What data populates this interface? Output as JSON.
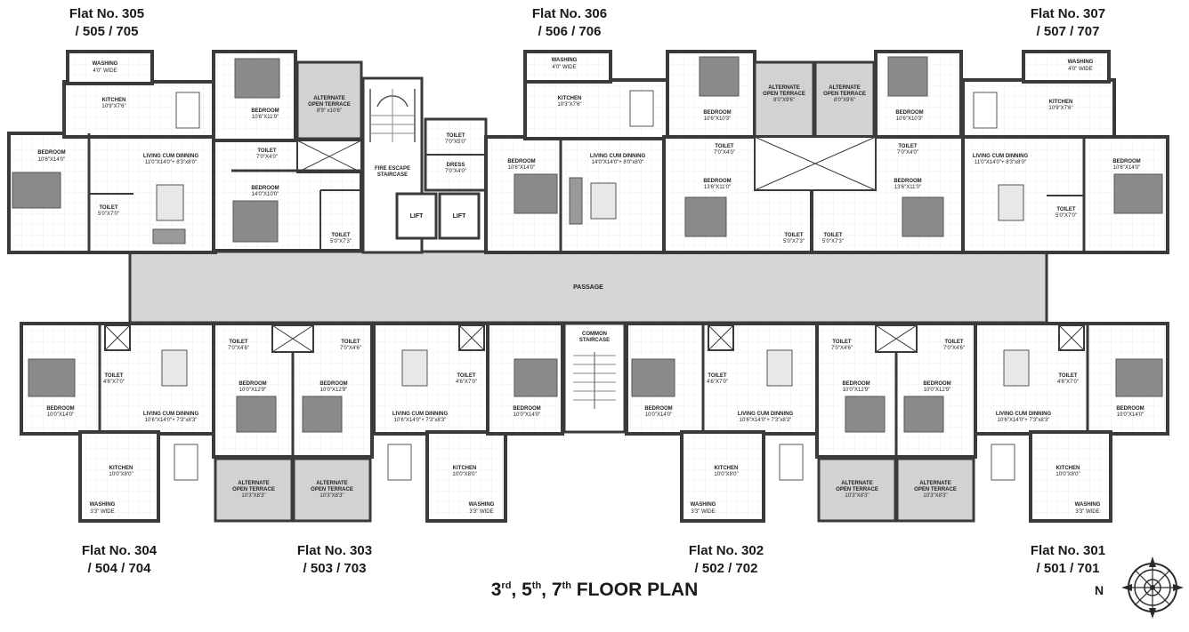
{
  "flats": {
    "f305": {
      "line1": "Flat No. 305",
      "line2": "/ 505 / 705"
    },
    "f306": {
      "line1": "Flat No. 306",
      "line2": "/ 506 / 706"
    },
    "f307": {
      "line1": "Flat No. 307",
      "line2": "/ 507 / 707"
    },
    "f304": {
      "line1": "Flat No. 304",
      "line2": "/ 504 / 704"
    },
    "f303": {
      "line1": "Flat No. 303",
      "line2": "/ 503 / 703"
    },
    "f302": {
      "line1": "Flat No. 302",
      "line2": "/ 502 / 702"
    },
    "f301": {
      "line1": "Flat No. 301",
      "line2": "/ 501 / 701"
    }
  },
  "title": {
    "n1": "3",
    "s1": "rd",
    "n2": "5",
    "s2": "th",
    "n3": "7",
    "s3": "th",
    "rest": "FLOOR PLAN"
  },
  "compass": {
    "north": "N"
  },
  "colors": {
    "wall": "#3a3a3a",
    "terrace": "#d2d2d2",
    "passage": "#d6d6d6",
    "floor": "#ffffff",
    "furniture": "#8a8a8a"
  },
  "rooms": {
    "washing_4": "WASHING",
    "washing_4_size": "4'0\" WIDE",
    "kitchen_305": "KITCHEN",
    "kitchen_305_size": "10'9\"X7'6\"",
    "bedroom_305a": "BEDROOM",
    "bedroom_305a_size": "10'6\"X11'9\"",
    "terrace_305": "ALTERNATE",
    "terrace_305_b": "OPEN TERRACE",
    "terrace_305_size": "8'9\" x10'6\"",
    "bedroom_305b": "BEDROOM",
    "bedroom_305b_size": "10'6\"X14'0\"",
    "living_305": "LIVING CUM DINNING",
    "living_305_size": "11'0\"X14'0\"+ 8'3\"x8'0\"",
    "toilet_305a": "TOILET",
    "toilet_305a_size": "7'0\"X4'0\"",
    "toilet_305b": "TOILET",
    "toilet_305b_size": "5'0\"X7'0\"",
    "bedroom_305c": "BEDROOM",
    "bedroom_305c_size": "14'0\"X10'0\"",
    "toilet_305c": "TOILET",
    "toilet_305c_size": "5'0\"X7'3\"",
    "fire_esc": "FIRE ESCAPE",
    "fire_esc_b": "STAIRCASE",
    "toilet_mid": "TOILET",
    "toilet_mid_size": "7'0\"X5'0\"",
    "dress": "DRESS",
    "dress_size": "7'0\"X4'0\"",
    "lift1": "LIFT",
    "lift2": "LIFT",
    "washing_306": "WASHING",
    "washing_306_size": "4'0\" WIDE",
    "kitchen_306": "KITCHEN",
    "kitchen_306_size": "10'3\"X7'6\"",
    "bedroom_306a": "BEDROOM",
    "bedroom_306a_size": "10'6\"X14'0\"",
    "living_306": "LIVING CUM DINNING",
    "living_306_size": "14'0\"X14'0\"+ 8'0\"x8'0\"",
    "bedroom_306b": "BEDROOM",
    "bedroom_306b_size": "10'6\"X10'3\"",
    "terrace_306a": "ALTERNATE",
    "terrace_306a_b": "OPEN TERRACE",
    "terrace_306a_size": "8'0\"X9'6\"",
    "terrace_306b": "ALTERNATE",
    "terrace_306b_b": "OPEN TERRACE",
    "terrace_306b_size": "8'0\"X9'6\"",
    "bedroom_307a": "BEDROOM",
    "bedroom_307a_size": "10'6\"X10'3\"",
    "toilet_306a": "TOILET",
    "toilet_306a_size": "7'0\"X4'0\"",
    "toilet_307a": "TOILET",
    "toilet_307a_size": "7'0\"X4'0\"",
    "bedroom_306c": "BEDROOM",
    "bedroom_306c_size": "13'6\"X11'0\"",
    "bedroom_307c": "BEDROOM",
    "bedroom_307c_size": "13'6\"X11'0\"",
    "toilet_306c": "TOILET",
    "toilet_306c_size": "5'0\"X7'3\"",
    "toilet_307c": "TOILET",
    "toilet_307c_size": "5'0\"X7'3\"",
    "washing_307": "WASHING",
    "washing_307_size": "4'0\" WIDE",
    "kitchen_307": "KITCHEN",
    "kitchen_307_size": "10'9\"X7'6\"",
    "living_307": "LIVING CUM DINNING",
    "living_307_size": "11'0\"X14'0\"+ 8'3\"x8'0\"",
    "bedroom_307b": "BEDROOM",
    "bedroom_307b_size": "10'6\"X14'0\"",
    "toilet_307b": "TOILET",
    "toilet_307b_size": "5'0\"X7'0\"",
    "passage": "PASSAGE",
    "bedroom_304": "BEDROOM",
    "bedroom_304_size": "10'0\"X14'0\"",
    "toilet_304": "TOILET",
    "toilet_304_size": "4'6\"X7'0\"",
    "living_304": "LIVING CUM DINNING",
    "living_304_size": "10'6\"X14'0\"+ 7'3\"x8'3\"",
    "kitchen_304": "KITCHEN",
    "kitchen_304_size": "10'0\"X8'0\"",
    "washing_304": "WASHING",
    "washing_304_size": "3'3\" WIDE",
    "toilet_303a": "TOILET",
    "toilet_303a_size": "7'0\"X4'6\"",
    "toilet_303b": "TOILET",
    "toilet_303b_size": "7'0\"X4'6\"",
    "bedroom_303a": "BEDROOM",
    "bedroom_303a_size": "10'0\"X12'9\"",
    "bedroom_303b": "BEDROOM",
    "bedroom_303b_size": "10'0\"X12'9\"",
    "terrace_303a": "ALTERNATE",
    "terrace_303a_b": "OPEN TERRACE",
    "terrace_303a_size": "10'3\"X8'3\"",
    "terrace_303b": "ALTERNATE",
    "terrace_303b_b": "OPEN TERRACE",
    "terrace_303b_size": "10'3\"X8'3\"",
    "living_303": "LIVING CUM DINNING",
    "living_303_size": "10'6\"X14'0\"+ 7'3\"x8'3\"",
    "toilet_303c": "TOILET",
    "toilet_303c_size": "4'6\"X7'0\"",
    "bedroom_303c": "BEDROOM",
    "bedroom_303c_size": "10'0\"X14'0\"",
    "kitchen_303": "KITCHEN",
    "kitchen_303_size": "10'0\"X8'0\"",
    "washing_303": "WASHING",
    "washing_303_size": "3'3\" WIDE",
    "common_stair": "COMMON",
    "common_stair_b": "STAIRCASE",
    "bedroom_302a": "BEDROOM",
    "bedroom_302a_size": "10'0\"X14'0\"",
    "toilet_302a": "TOILET",
    "toilet_302a_size": "4'6\"X7'0\"",
    "living_302": "LIVING CUM DINNING",
    "living_302_size": "10'6\"X14'0\"+ 7'3\"x8'3\"",
    "kitchen_302": "KITCHEN",
    "kitchen_302_size": "10'0\"X8'0\"",
    "washing_302": "WASHING",
    "washing_302_size": "3'3\" WIDE",
    "toilet_302b": "TOILET",
    "toilet_302b_size": "7'0\"X4'6\"",
    "toilet_301a": "TOILET",
    "toilet_301a_size": "7'0\"X4'6\"",
    "bedroom_302b": "BEDROOM",
    "bedroom_302b_size": "10'0\"X12'9\"",
    "bedroom_301a": "BEDROOM",
    "bedroom_301a_size": "10'0\"X12'9\"",
    "terrace_302": "ALTERNATE",
    "terrace_302_b": "OPEN TERRACE",
    "terrace_302_size": "10'3\"X8'3\"",
    "terrace_301": "ALTERNATE",
    "terrace_301_b": "OPEN TERRACE",
    "terrace_301_size": "10'3\"X8'3\"",
    "living_301": "LIVING CUM DINNING",
    "living_301_size": "10'6\"X14'0\"+ 7'3\"x8'3\"",
    "toilet_301b": "TOILET",
    "toilet_301b_size": "4'6\"X7'0\"",
    "bedroom_301b": "BEDROOM",
    "bedroom_301b_size": "10'0\"X14'0\"",
    "kitchen_301": "KITCHEN",
    "kitchen_301_size": "10'0\"X8'0\"",
    "washing_301": "WASHING",
    "washing_301_size": "3'3\" WIDE"
  }
}
